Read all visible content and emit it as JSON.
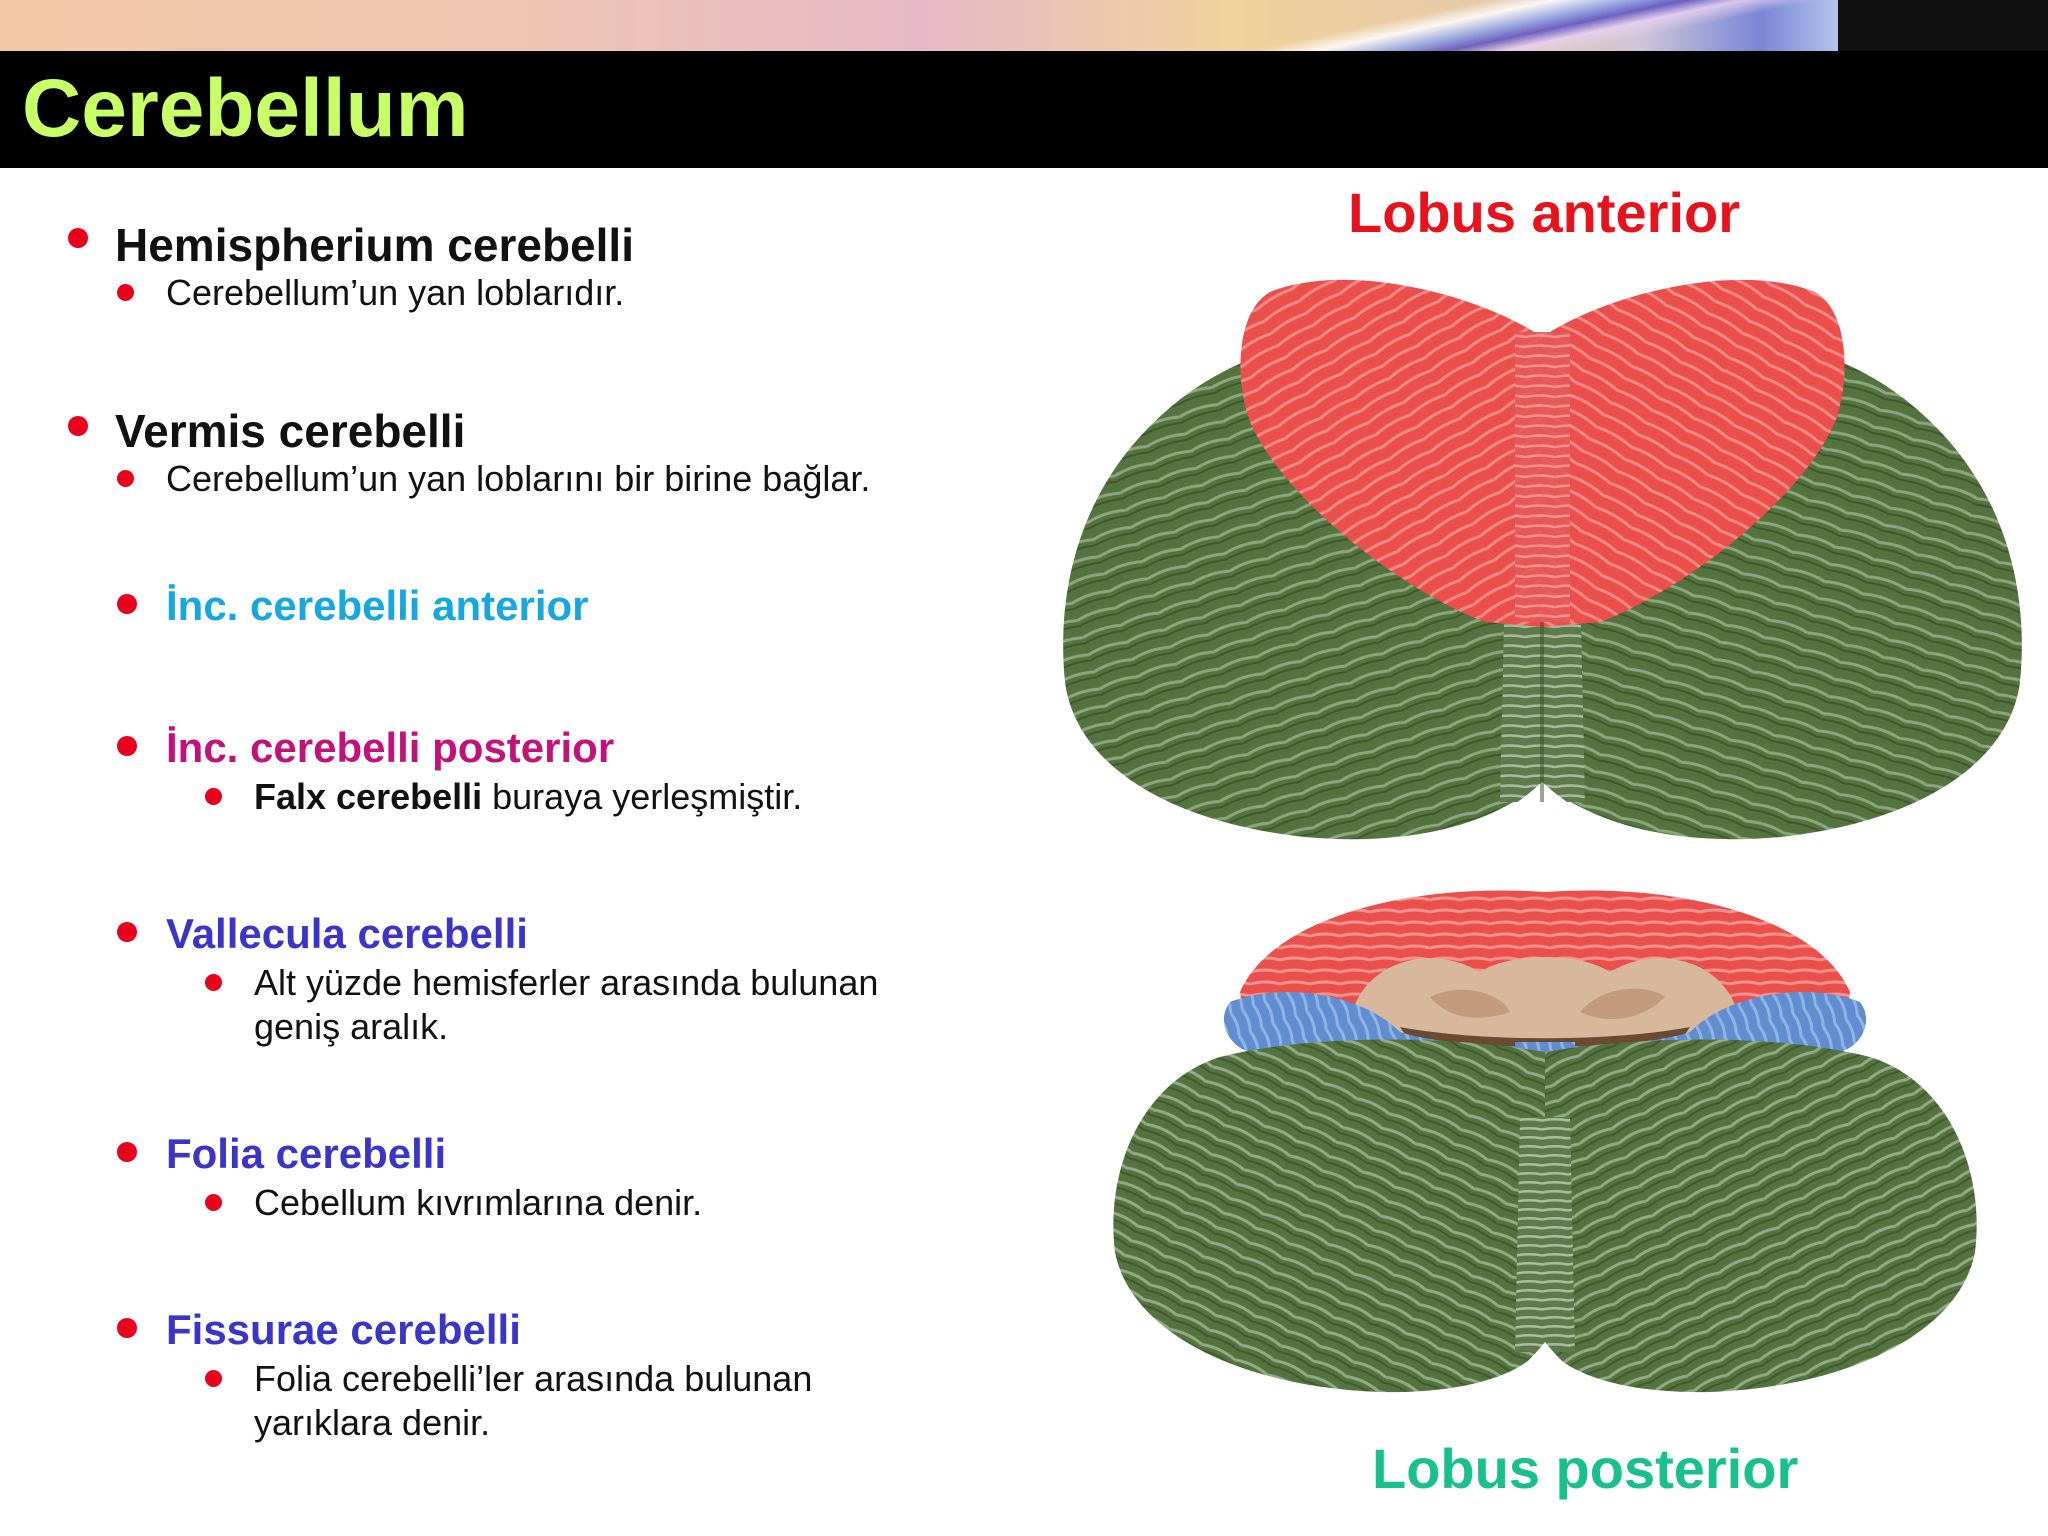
{
  "slide": {
    "title": "Cerebellum",
    "title_color": "#c8ff66",
    "bullet_color": "#e8001c"
  },
  "items": [
    {
      "label": "Hemispherium cerebelli",
      "sub": [
        "Cerebellum’un yan loblarıdır."
      ]
    },
    {
      "label": "Vermis  cerebelli",
      "sub": [
        "Cerebellum’un yan loblarını bir birine bağlar."
      ]
    },
    {
      "label": "İnc. cerebelli anterior",
      "color": "#15a8e0"
    },
    {
      "label": "İnc. cerebelli posterior",
      "color": "#c4117a",
      "sub": [
        {
          "bold": "Falx cerebelli",
          "rest": " buraya yerleşmiştir."
        }
      ]
    },
    {
      "label": "Vallecula cerebelli",
      "color": "#3a35c8",
      "sub": [
        "Alt yüzde hemisferler arasında bulunan",
        "geniş aralık."
      ]
    },
    {
      "label": "Folia cerebelli",
      "color": "#3a35c8",
      "sub": [
        "Cebellum kıvrımlarına denir."
      ]
    },
    {
      "label": "Fissurae cerebelli",
      "color": "#3a35c8",
      "sub": [
        "Folia cerebelli’ler arasında bulunan",
        "yarıklara denir."
      ]
    }
  ],
  "figure": {
    "label_top": "Lobus anterior",
    "label_top_color": "#e8121c",
    "label_bottom": "Lobus posterior",
    "label_bottom_color": "#17c08e",
    "colors": {
      "green": "#55733f",
      "red": "#ea4f4c",
      "blue": "#5f8dd0",
      "tan": "#d8b89c"
    }
  }
}
